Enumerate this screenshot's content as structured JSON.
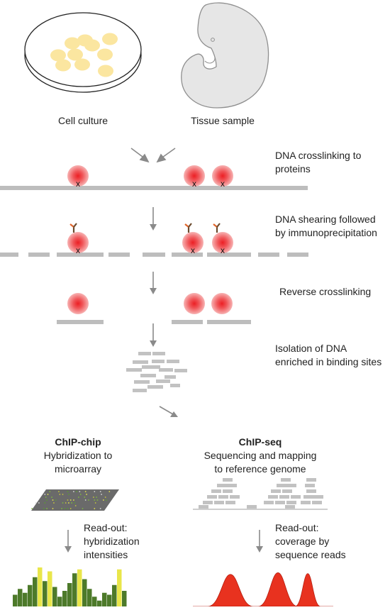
{
  "colors": {
    "dna": "#bdbdbd",
    "arrow": "#8a8a8a",
    "protein_core": "#ec1f24",
    "protein_edge": "#f7a9a9",
    "antibody_stem": "#6b4a2d",
    "antibody_arm": "#e0652b",
    "cell_fill": "#fbe6a0",
    "tissue_fill": "#e6e6e6",
    "chip_bg": "#6a6a6a",
    "bar_green": "#4d7a2a",
    "bar_yellow": "#e9e64a",
    "peak_red": "#e8321f",
    "fragment": "#c2c2c2"
  },
  "sources": {
    "cell_culture_label": "Cell culture",
    "tissue_sample_label": "Tissue sample"
  },
  "steps": [
    {
      "id": "crosslink",
      "line1": "DNA crosslinking to",
      "line2": "proteins"
    },
    {
      "id": "shearing",
      "line1": "DNA shearing followed",
      "line2": "by immunoprecipitation"
    },
    {
      "id": "reverse",
      "line1": "Reverse crosslinking",
      "line2": ""
    },
    {
      "id": "isolation",
      "line1": "Isolation of DNA",
      "line2": "enriched in binding sites"
    }
  ],
  "chip_chip": {
    "title": "ChIP-chip",
    "subtitle_line1": "Hybridization to",
    "subtitle_line2": "microarray",
    "readout_line1": "Read-out:",
    "readout_line2": "hybridization",
    "readout_line3": "intensities",
    "bars": [
      {
        "h": 0.3,
        "c": "g"
      },
      {
        "h": 0.45,
        "c": "g"
      },
      {
        "h": 0.35,
        "c": "g"
      },
      {
        "h": 0.55,
        "c": "g"
      },
      {
        "h": 0.75,
        "c": "g"
      },
      {
        "h": 1.0,
        "c": "y"
      },
      {
        "h": 0.65,
        "c": "g"
      },
      {
        "h": 0.9,
        "c": "y"
      },
      {
        "h": 0.5,
        "c": "g"
      },
      {
        "h": 0.25,
        "c": "g"
      },
      {
        "h": 0.4,
        "c": "g"
      },
      {
        "h": 0.6,
        "c": "g"
      },
      {
        "h": 0.85,
        "c": "g"
      },
      {
        "h": 0.95,
        "c": "y"
      },
      {
        "h": 0.7,
        "c": "g"
      },
      {
        "h": 0.45,
        "c": "g"
      },
      {
        "h": 0.25,
        "c": "g"
      },
      {
        "h": 0.15,
        "c": "g"
      },
      {
        "h": 0.35,
        "c": "g"
      },
      {
        "h": 0.3,
        "c": "g"
      },
      {
        "h": 0.55,
        "c": "g"
      },
      {
        "h": 0.95,
        "c": "y"
      },
      {
        "h": 0.4,
        "c": "g"
      }
    ]
  },
  "chip_seq": {
    "title": "ChIP-seq",
    "subtitle_line1": "Sequencing and mapping",
    "subtitle_line2": "to reference genome",
    "readout_line1": "Read-out:",
    "readout_line2": "coverage by",
    "readout_line3": "sequence reads",
    "peaks": [
      0.78,
      0.82,
      0.8
    ]
  }
}
